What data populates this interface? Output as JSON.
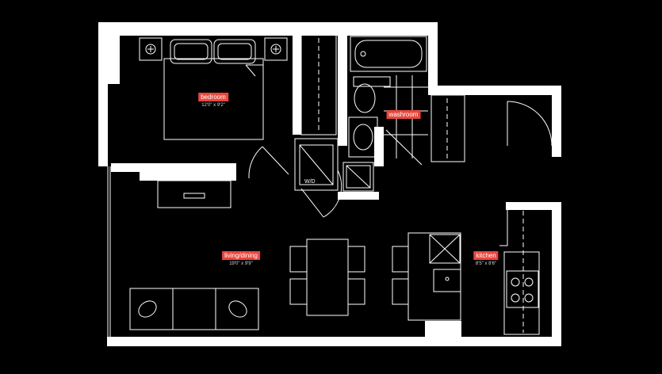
{
  "plan": {
    "colors": {
      "background": "#000000",
      "wall": "#ffffff",
      "line": "#ffffff",
      "label_bg": "#e8473e"
    },
    "rooms": {
      "bedroom": {
        "name": "bedroom",
        "dimensions": "12'0\" x 9'2\""
      },
      "washroom": {
        "name": "washroom"
      },
      "living": {
        "name": "living/dining",
        "dimensions": "19'0\" x 9'9\""
      },
      "kitchen": {
        "name": "kitchen",
        "dimensions": "8'5\" x 8'6\""
      }
    },
    "closet": {
      "label": "W/D"
    }
  }
}
